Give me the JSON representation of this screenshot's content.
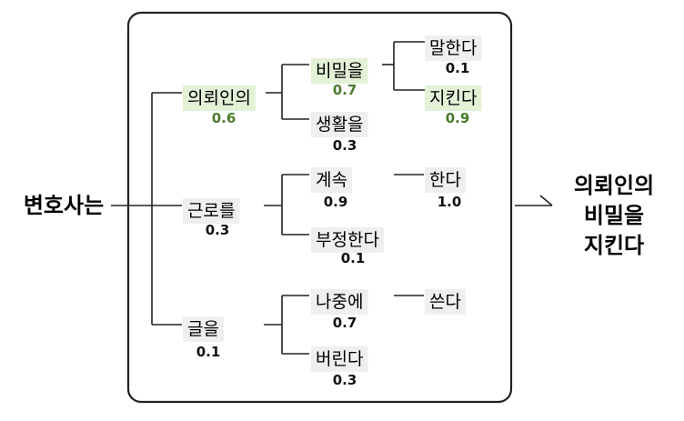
{
  "colors": {
    "highlight": "#e3f1d6",
    "green_prob": "#4a7a2a",
    "gray_box": "#efefef",
    "line": "#222222"
  },
  "subject": "변호사는",
  "result": [
    "의뢰인의",
    "비밀을",
    "지킨다"
  ],
  "tree": [
    {
      "word": "의뢰인의",
      "prob": "0.6",
      "selected": true,
      "children": [
        {
          "word": "비밀을",
          "prob": "0.7",
          "selected": true,
          "children": [
            {
              "word": "말한다",
              "prob": "0.1",
              "selected": false
            },
            {
              "word": "지킨다",
              "prob": "0.9",
              "selected": true
            }
          ]
        },
        {
          "word": "생활을",
          "prob": "0.3",
          "selected": false
        }
      ]
    },
    {
      "word": "근로를",
      "prob": "0.3",
      "selected": false,
      "children": [
        {
          "word": "계속",
          "prob": "0.9",
          "selected": false,
          "children": [
            {
              "word": "한다",
              "prob": "1.0",
              "selected": false
            }
          ]
        },
        {
          "word": "부정한다",
          "prob": "0.1",
          "selected": false
        }
      ]
    },
    {
      "word": "글을",
      "prob": "0.1",
      "selected": false,
      "children": [
        {
          "word": "나중에",
          "prob": "0.7",
          "selected": false,
          "children": [
            {
              "word": "쓴다",
              "prob": "",
              "selected": false
            }
          ]
        },
        {
          "word": "버린다",
          "prob": "0.3",
          "selected": false
        }
      ]
    }
  ]
}
